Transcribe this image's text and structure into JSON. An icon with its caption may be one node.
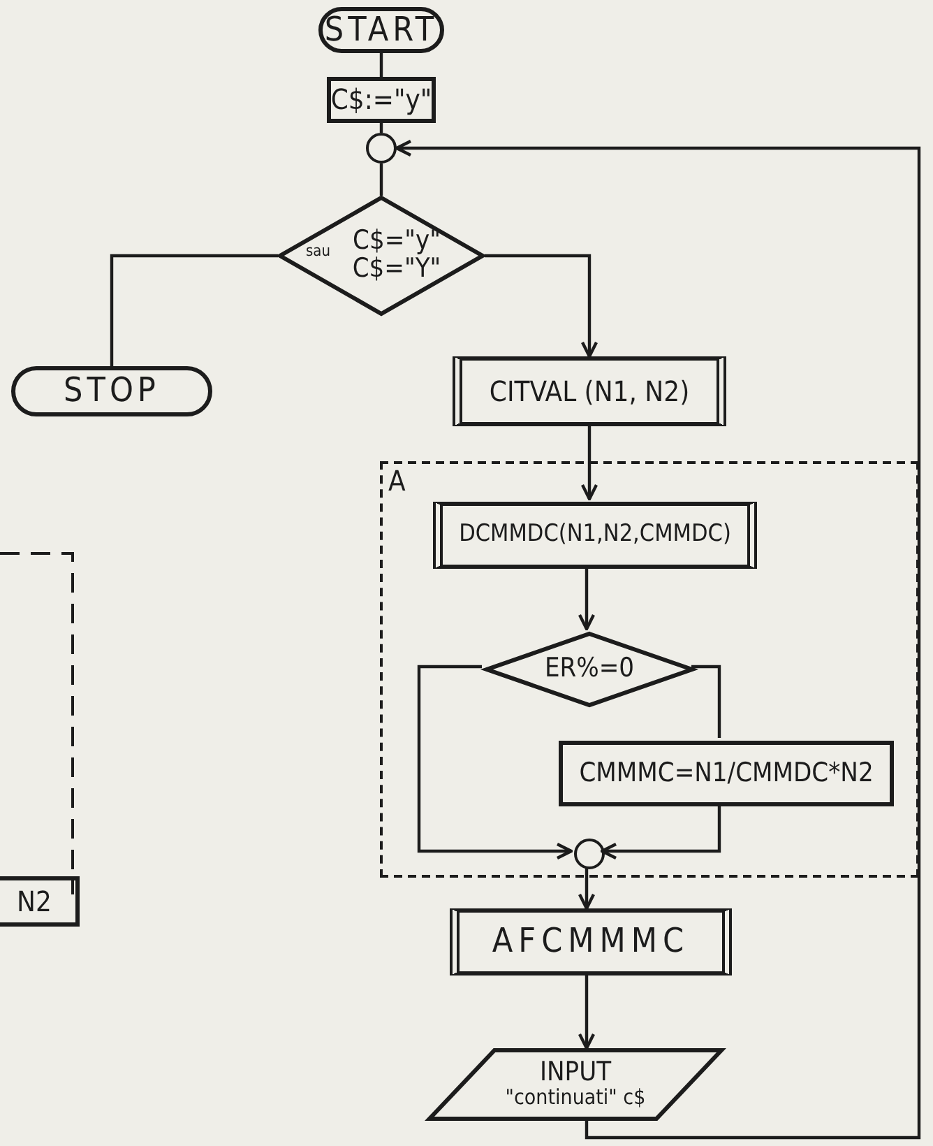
{
  "diagram": {
    "nodes": [
      {
        "text": [
          "START"
        ]
      },
      {
        "text": [
          "C$:=\"y\""
        ]
      },
      {
        "text": [],
        "shape": "circle"
      },
      {
        "text": [
          "sau",
          "C$=\"y\"",
          "C$=\"Y\""
        ]
      },
      {
        "text": [
          "STOP"
        ]
      },
      {
        "text": [
          "CITVAL (N1, N2)"
        ]
      },
      {
        "text": [
          "A"
        ]
      },
      {
        "text": [
          "DCMMDC(N1,N2,CMMDC)"
        ],
        "in": 6
      },
      {
        "text": [
          "ER%=0"
        ],
        "in": 6
      },
      {
        "text": [
          "CMMMC=N1/CMMDC*N2"
        ],
        "in": 6
      },
      {
        "text": [],
        "shape": "circle",
        "in": 6
      },
      {
        "text": [
          "AFCMMMC"
        ]
      },
      {
        "text": [
          "INPUT",
          "\"continuati\" c$"
        ]
      },
      {
        "text": [
          "N2"
        ]
      }
    ],
    "edges": [
      {
        "from": 0,
        "to": 1,
        "arrow": "none"
      },
      {
        "from": 1,
        "to": 2,
        "arrow": "none"
      },
      {
        "from": 2,
        "to": 3,
        "arrow": "none"
      },
      {
        "from": 3,
        "to": 4,
        "arrow": "none"
      },
      {
        "from": 3,
        "to": 5,
        "arrow": "to"
      },
      {
        "from": 5,
        "to": 7,
        "arrow": "to"
      },
      {
        "from": 7,
        "to": 8,
        "arrow": "to"
      },
      {
        "from": 8,
        "to": 10,
        "arrow": "to"
      },
      {
        "from": 8,
        "to": 9,
        "arrow": "none"
      },
      {
        "from": 9,
        "to": 10,
        "arrow": "to"
      },
      {
        "from": 10,
        "to": 11,
        "arrow": "to"
      },
      {
        "from": 11,
        "to": 12,
        "arrow": "to"
      },
      {
        "from": 12,
        "to": 2,
        "arrow": "to"
      }
    ]
  }
}
